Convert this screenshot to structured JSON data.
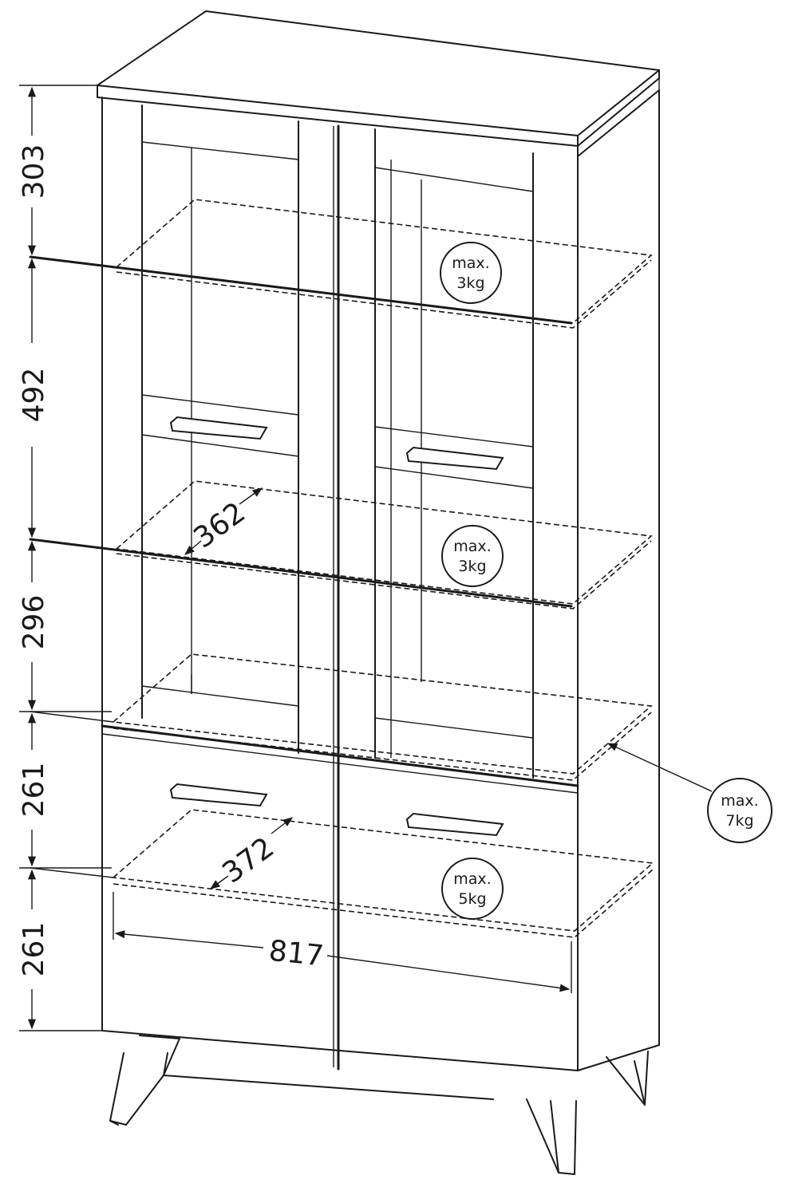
{
  "dimensions": {
    "height_303": "303",
    "height_492": "492",
    "height_296": "296",
    "height_261_upper": "261",
    "height_261_lower": "261",
    "shelf_depth": "362",
    "drawer_depth": "372",
    "inner_width": "817"
  },
  "load_labels": [
    {
      "line1": "max.",
      "line2": "3kg"
    },
    {
      "line1": "max.",
      "line2": "3kg"
    },
    {
      "line1": "max.",
      "line2": "7kg"
    },
    {
      "line1": "max.",
      "line2": "5kg"
    }
  ]
}
